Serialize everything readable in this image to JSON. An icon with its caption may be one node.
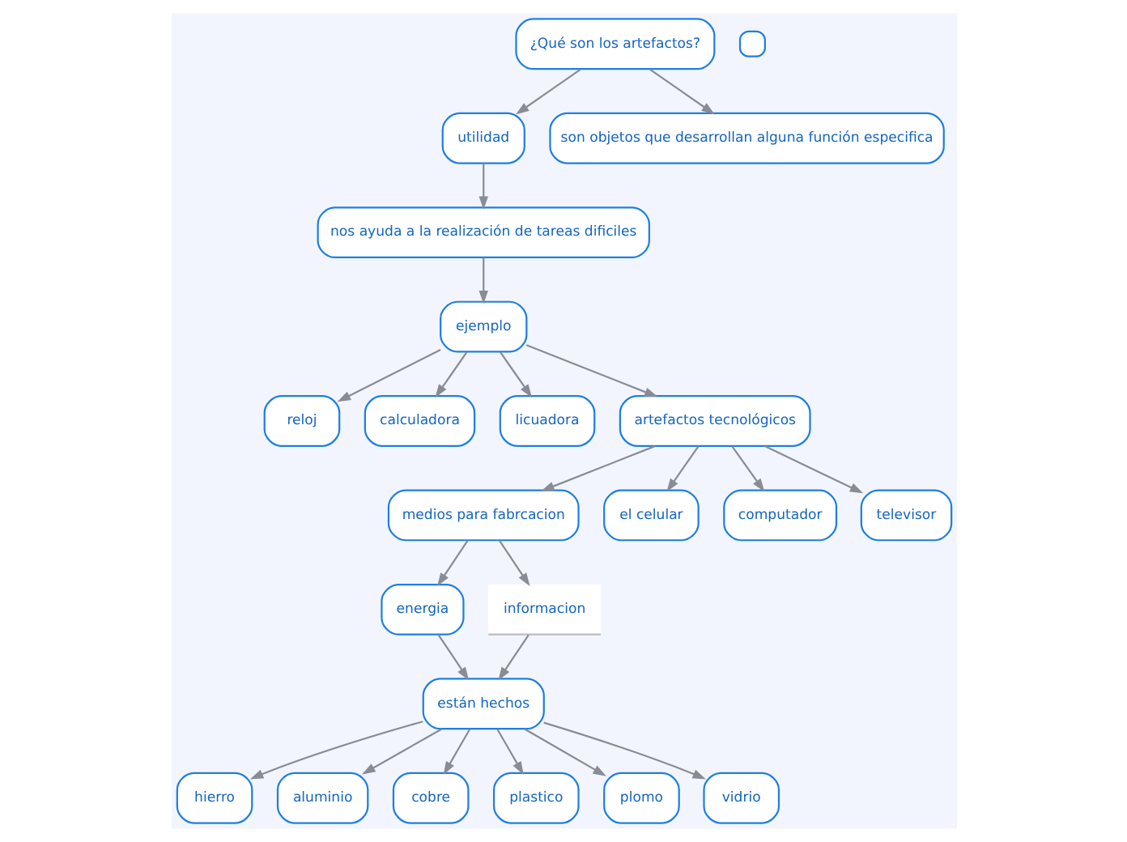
{
  "diagram": {
    "nodes": [
      {
        "text": [
          "¿Qué son los artefactos?"
        ]
      },
      {
        "text": [
          "utilidad"
        ]
      },
      {
        "text": [
          "son objetos que desarrollan alguna función especifica"
        ]
      },
      {
        "text": [],
        "shape": "box"
      },
      {
        "text": [
          "nos ayuda a la realización de tareas dificiles"
        ]
      },
      {
        "text": [
          "ejemplo"
        ]
      },
      {
        "text": [
          "reloj"
        ]
      },
      {
        "text": [
          "calculadora"
        ]
      },
      {
        "text": [
          "licuadora"
        ]
      },
      {
        "text": [
          "artefactos tecnológicos"
        ]
      },
      {
        "text": [
          "medios para fabrcacion"
        ]
      },
      {
        "text": [
          "el celular"
        ]
      },
      {
        "text": [
          "computador"
        ]
      },
      {
        "text": [
          "televisor"
        ]
      },
      {
        "text": [
          "energia"
        ]
      },
      {
        "text": [
          "informacion"
        ]
      },
      {
        "text": [
          "están hechos"
        ]
      },
      {
        "text": [
          "hierro"
        ]
      },
      {
        "text": [
          "aluminio"
        ]
      },
      {
        "text": [
          "cobre"
        ]
      },
      {
        "text": [
          "plastico"
        ]
      },
      {
        "text": [
          "plomo"
        ]
      },
      {
        "text": [
          "vidrio"
        ]
      }
    ],
    "edges": [
      {
        "from": 0,
        "to": 1,
        "arrow": "to"
      },
      {
        "from": 0,
        "to": 2,
        "arrow": "to"
      },
      {
        "from": 1,
        "to": 4,
        "arrow": "to"
      },
      {
        "from": 4,
        "to": 5,
        "arrow": "to"
      },
      {
        "from": 5,
        "to": 6,
        "arrow": "to"
      },
      {
        "from": 5,
        "to": 7,
        "arrow": "to"
      },
      {
        "from": 5,
        "to": 8,
        "arrow": "to"
      },
      {
        "from": 5,
        "to": 9,
        "arrow": "to"
      },
      {
        "from": 9,
        "to": 10,
        "arrow": "to"
      },
      {
        "from": 9,
        "to": 11,
        "arrow": "to"
      },
      {
        "from": 9,
        "to": 12,
        "arrow": "to"
      },
      {
        "from": 9,
        "to": 13,
        "arrow": "to"
      },
      {
        "from": 10,
        "to": 14,
        "arrow": "to"
      },
      {
        "from": 10,
        "to": 15,
        "arrow": "to"
      },
      {
        "from": 14,
        "to": 16,
        "arrow": "to"
      },
      {
        "from": 15,
        "to": 16,
        "arrow": "to"
      },
      {
        "from": 16,
        "to": 17,
        "arrow": "to"
      },
      {
        "from": 16,
        "to": 18,
        "arrow": "to"
      },
      {
        "from": 16,
        "to": 19,
        "arrow": "to"
      },
      {
        "from": 16,
        "to": 20,
        "arrow": "to"
      },
      {
        "from": 16,
        "to": 21,
        "arrow": "to"
      },
      {
        "from": 16,
        "to": 22,
        "arrow": "to"
      }
    ]
  }
}
